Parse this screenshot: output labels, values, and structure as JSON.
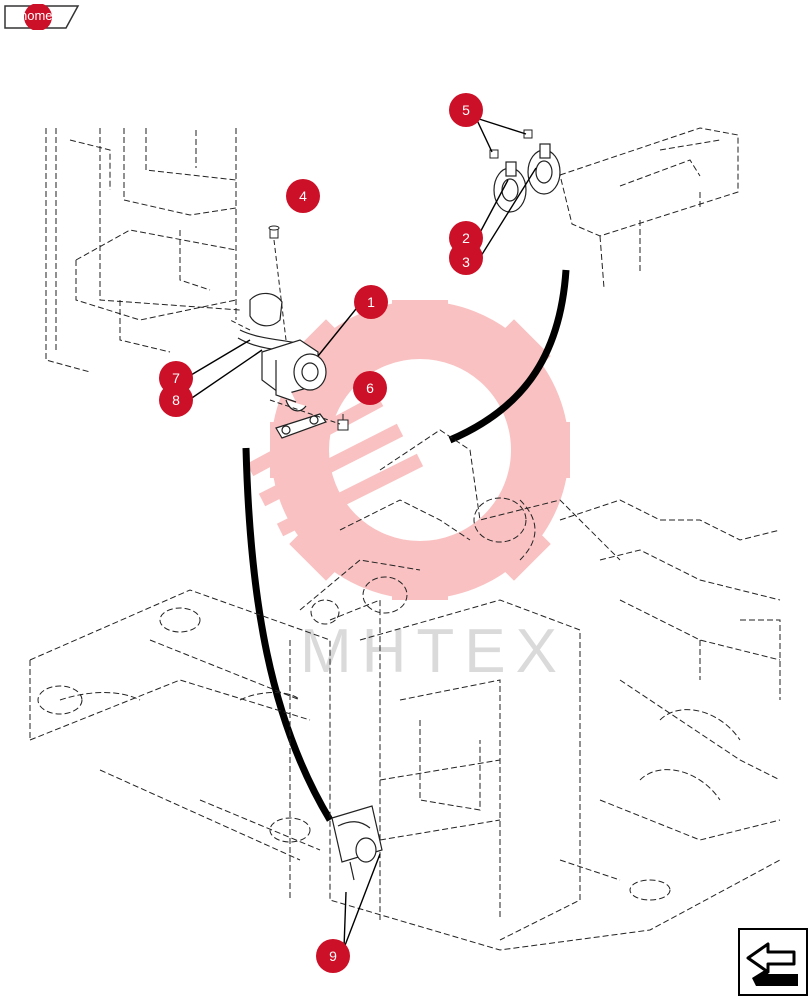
{
  "nav": {
    "home_label": "home"
  },
  "watermark": {
    "text": "MHTEX"
  },
  "callouts": {
    "c1": "1",
    "c2": "2",
    "c3": "3",
    "c4": "4",
    "c5": "5",
    "c6": "6",
    "c7": "7",
    "c8": "8",
    "c9": "9"
  },
  "colors": {
    "callout": "#cc1027",
    "watermark": "#f05050",
    "line": "#000000"
  },
  "icons": {
    "next": "arrow-icon"
  }
}
